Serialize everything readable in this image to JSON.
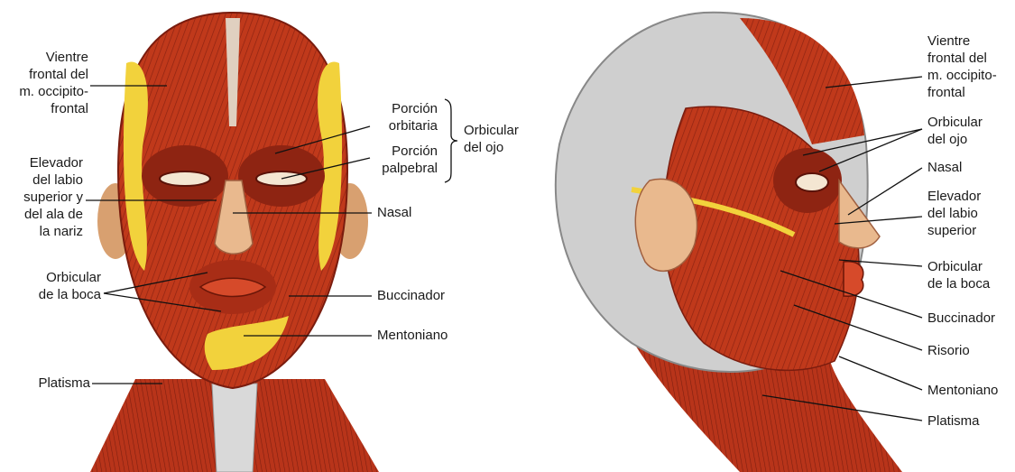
{
  "front_view": {
    "labels": {
      "vientre_frontal": "Vientre\nfrontal del\nm. occipito-\nfrontal",
      "elevador_labio_ala": "Elevador\ndel labio\nsuperior y\ndel ala de\nla nariz",
      "orbicular_boca": "Orbicular\nde la boca",
      "platisma": "Platisma",
      "porcion_orbitaria": "Porción\norbitaria",
      "porcion_palpebral": "Porción\npalpebral",
      "orbicular_ojo_group": "Orbicular\ndel ojo",
      "nasal": "Nasal",
      "buccinador": "Buccinador",
      "mentoniano": "Mentoniano"
    }
  },
  "side_view": {
    "labels": {
      "vientre_frontal": "Vientre\nfrontal del\nm. occipito-\nfrontal",
      "orbicular_ojo": "Orbicular\ndel ojo",
      "nasal": "Nasal",
      "elevador_labio": "Elevador\ndel labio\nsuperior",
      "orbicular_boca": "Orbicular\nde la boca",
      "buccinador": "Buccinador",
      "risorio": "Risorio",
      "mentoniano": "Mentoniano",
      "platisma": "Platisma"
    }
  },
  "colors": {
    "muscle": "#c0391b",
    "muscle_dark": "#8e2412",
    "fat": "#f2d23c",
    "fascia": "#cfcfcf",
    "leader": "#111111"
  }
}
